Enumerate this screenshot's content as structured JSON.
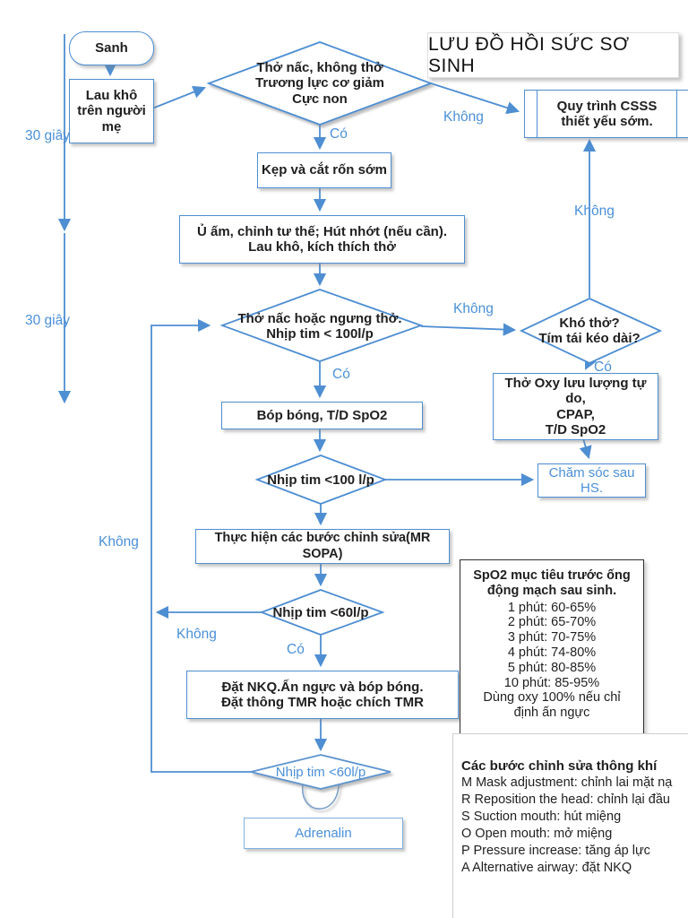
{
  "title": "LƯU ĐỒ HỒI SỨC SƠ SINH",
  "labels": {
    "yes": "Có",
    "no": "Không",
    "thirty_seconds": "30 giây"
  },
  "nodes": {
    "start": "Sanh",
    "dry_on_mother": "Lau khô\ntrên người\nmẹ",
    "decision_breathing": "Thở nấc, không thở\nTrương lực cơ giảm\nCực non",
    "essential_care": "Quy trình CSSS\nthiết yếu sớm.",
    "clamp_cord": "Kẹp và cắt rốn sớm",
    "warm_position": "Ủ ấm, chỉnh tư thế; Hút nhớt (nếu cần).\nLau khô, kích thích thở",
    "decision_gasp_hr100": "Thở nấc hoặc ngưng thở.\nNhịp tim < 100l/p",
    "decision_dyspnea": "Khó thở?\nTím tái kéo dài?",
    "oxygen_cpap": "Thở Oxy lưu lượng tự do,\nCPAP,\nT/D SpO2",
    "post_resus_care": "Chăm sóc sau HS.",
    "bag_mask": "Bóp bóng, T/D SpO2",
    "decision_hr100": "Nhịp tim <100 l/p",
    "corrective_steps": "Thực hiện các bước chỉnh sửa(MR SOPA)",
    "decision_hr60_1": "Nhịp tim <60l/p",
    "intubate_compress": "Đặt NKQ.Ấn ngực và bóp bóng.\nĐặt thông TMR hoặc chích TMR",
    "decision_hr60_2": "Nhịp tim <60l/p",
    "adrenalin": "Adrenalin"
  },
  "spo2_panel": {
    "title": "SpO2 mục tiêu trước ống\nđộng mạch sau sinh.",
    "lines": [
      "1 phút: 60-65%",
      "2 phút: 65-70%",
      "3 phút: 70-75%",
      "4 phút: 74-80%",
      "5 phút: 80-85%",
      "10 phút: 85-95%",
      "Dùng oxy 100% nếu chỉ định ấn ngực"
    ]
  },
  "mrsopa_panel": {
    "title": "Các bước chỉnh sửa thông khí",
    "lines": [
      "M Mask adjustment: chỉnh lai mặt nạ",
      "R Reposition the head: chỉnh lại đầu",
      "S Suction mouth: hút miệng",
      "O Open mouth: mở miệng",
      "P Pressure increase: tăng áp lực",
      "A Alternative airway: đặt NKQ"
    ]
  },
  "colors": {
    "line_blue": "#4e8ed2",
    "label_blue": "#4a90d8",
    "text_black": "#1f1f1f"
  }
}
